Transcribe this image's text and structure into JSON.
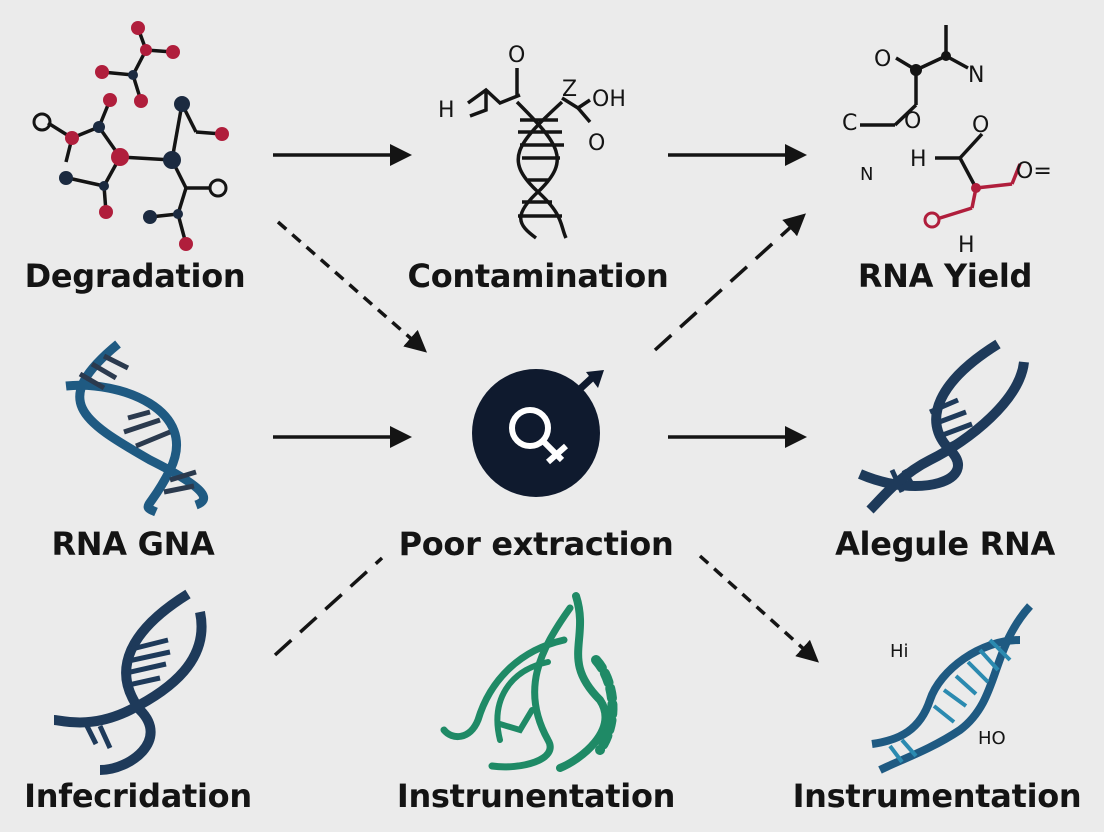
{
  "nodes": {
    "degradation": {
      "label": "Degradation"
    },
    "contamination": {
      "label": "Contamination"
    },
    "rna_yield": {
      "label": "RNA Yield"
    },
    "rna_gna": {
      "label": "RNA GNA"
    },
    "poor_extraction": {
      "label": "Poor extraction"
    },
    "alegule_rna": {
      "label": "Alegule RNA"
    },
    "infecridation": {
      "label": "Infecridation"
    },
    "instrunentation": {
      "label": "Instrunentation"
    },
    "instrumentation": {
      "label": "Instrumentation"
    }
  },
  "chem_labels": {
    "contam_h": "H",
    "contam_o_top": "O",
    "contam_z": "Z",
    "contam_oh": "OH",
    "contam_o_bottom": "O",
    "yield_o1": "O",
    "yield_n1": "N",
    "yield_c": "C",
    "yield_o2": "O",
    "yield_n2": "N",
    "yield_h1": "H",
    "yield_o3": "O",
    "yield_o4": "O=",
    "yield_h2": "H",
    "degr_o1": "O",
    "degr_o2": "O",
    "instr_hi": "Hi",
    "instr_ho": "HO"
  },
  "colors": {
    "background": "#ebebeb",
    "text": "#141414",
    "atom_red": "#b01e3c",
    "atom_navy": "#1b2a40",
    "dna_blue": "#1f5a82",
    "dna_navy": "#1e3a5a",
    "dna_teal": "#2b8ab0",
    "protein_green": "#1f8a66",
    "center_circle": "#0f1a2e"
  },
  "icons": {
    "degradation": "molecule-icon",
    "contamination": "dna-helix-icon",
    "rna_yield": "molecule-icon",
    "rna_gna": "dna-helix-icon",
    "poor_extraction": "gender-symbol-icon",
    "alegule_rna": "dna-helix-icon",
    "infecridation": "dna-helix-icon",
    "instrunentation": "protein-ribbon-icon",
    "instrumentation": "dna-helix-icon"
  }
}
